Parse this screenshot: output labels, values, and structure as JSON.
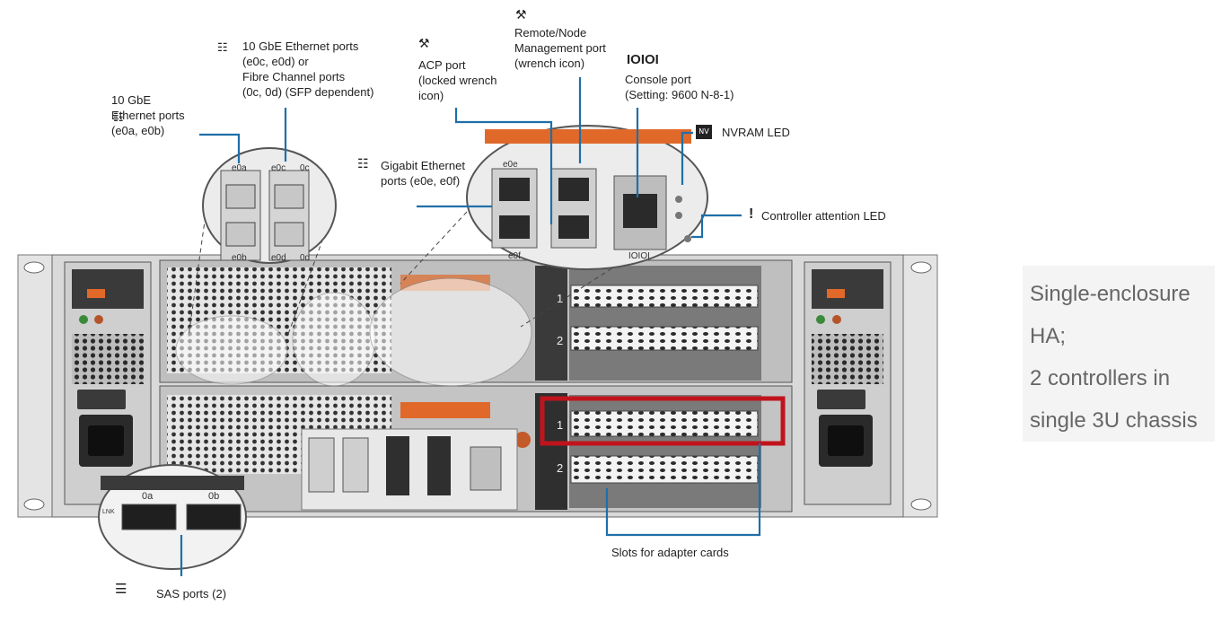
{
  "labels": {
    "gbe10_ab": [
      "10 GbE",
      "Ethernet ports",
      "(e0a, e0b)"
    ],
    "gbe10_cd": [
      "10 GbE Ethernet ports",
      "(e0c, e0d) or",
      "Fibre Channel ports",
      "(0c, 0d) (SFP dependent)"
    ],
    "acp": [
      "ACP port",
      "(locked wrench",
      "icon)"
    ],
    "remote": [
      "Remote/Node",
      "Management port",
      "(wrench icon)"
    ],
    "console_icon": "IOIOI",
    "console": [
      "Console port",
      "(Setting: 9600 N-8-1)"
    ],
    "nvram": "NVRAM LED",
    "attention": "Controller attention LED",
    "gige": [
      "Gigabit Ethernet",
      "ports (e0e, e0f)"
    ],
    "slots": "Slots for adapter cards",
    "sas": "SAS ports (2)"
  },
  "port_labels": {
    "e0a": "e0a",
    "e0b": "e0b",
    "e0c": "e0c",
    "e0d": "e0d",
    "c0c": "0c",
    "c0d": "0d",
    "e0e": "e0e",
    "e0f": "e0f",
    "zero_a": "0a",
    "zero_b": "0b",
    "console": "IOIOI",
    "slot1": "1",
    "slot2": "2",
    "nv": "NV",
    "link": "LNK"
  },
  "caption": [
    "Single-enclosure",
    "HA;",
    "2 controllers in",
    "single 3U chassis"
  ],
  "colors": {
    "callout": "#1f6fa8",
    "highlight": "#c0141c",
    "orange": "#e0692a",
    "chassis": "#d9d9d9"
  }
}
